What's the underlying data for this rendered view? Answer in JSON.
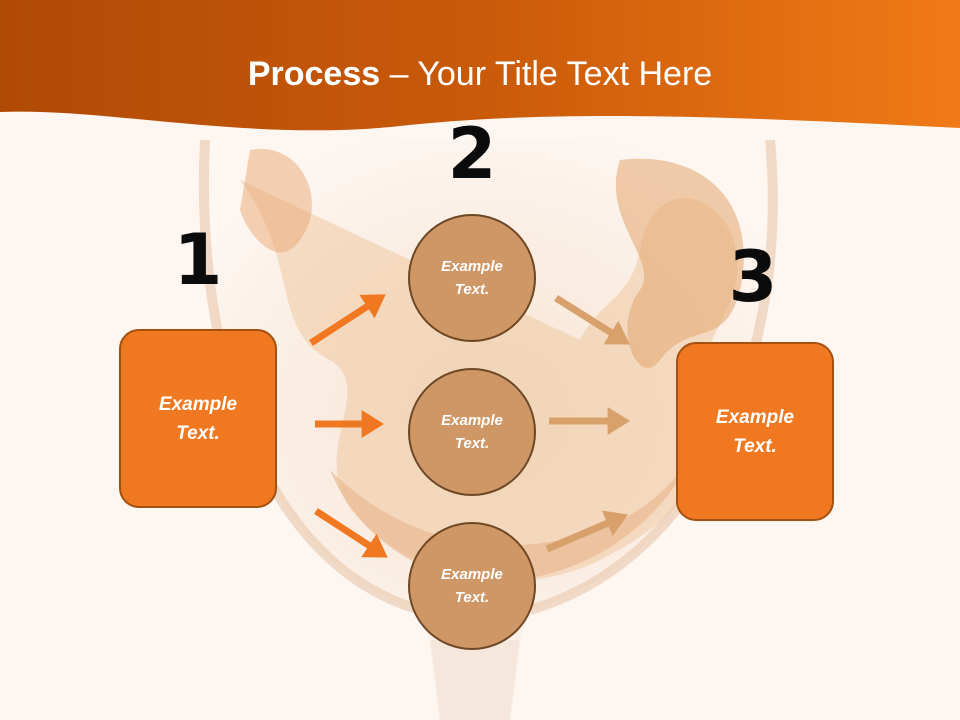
{
  "slide": {
    "title_bold": "Process",
    "title_rest": " – Your Title Text Here"
  },
  "steps": [
    {
      "number": "1",
      "text": "Example Text."
    },
    {
      "number": "2",
      "text": "Example Text."
    },
    {
      "number": "3",
      "text": "Example Text."
    }
  ],
  "middle": [
    {
      "text": "Example Text."
    },
    {
      "text": "Example Text."
    },
    {
      "text": "Example Text."
    }
  ],
  "colors": {
    "header_orange": "#e06a12",
    "box_orange": "#f07820",
    "circle_tan": "#cf9765",
    "arrow_orange": "#f07820",
    "arrow_tan": "#d8a06a"
  }
}
